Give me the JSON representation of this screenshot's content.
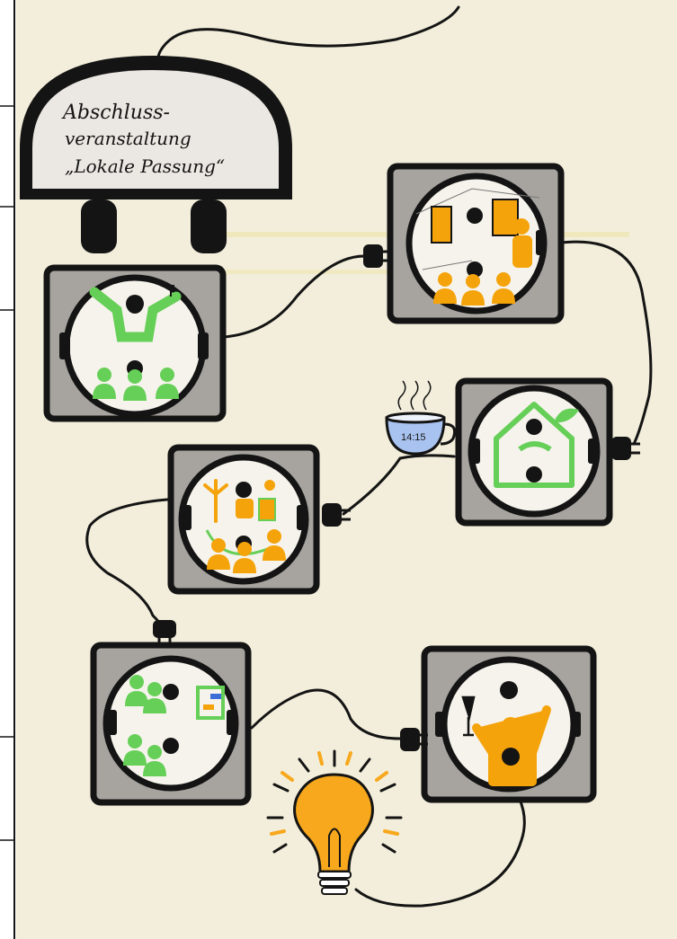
{
  "plug_title": {
    "line1": "Abschluss-",
    "line2": "veranstaltung",
    "line3": "„Lokale Passung“"
  },
  "coffee_cup": {
    "time_label": "14:15"
  },
  "colors": {
    "paper": "#f3eedb",
    "ink": "#141414",
    "socket_gray": "#a7a4a0",
    "socket_face": "#f6f3ec",
    "orange": "#f5a30a",
    "green": "#66cf57",
    "cup_blue": "#a9c3f0",
    "bulb": "#f7a81c"
  },
  "icons": [
    "power-plug-icon",
    "socket-icon",
    "cable-icon",
    "coffee-cup-icon",
    "steam-icon",
    "people-icon",
    "speaker-icon",
    "microphone-icon",
    "house-icon",
    "leaf-icon",
    "wind-turbine-icon",
    "sun-icon",
    "toast-glass-icon",
    "light-bulb-icon",
    "small-plug-icon"
  ]
}
